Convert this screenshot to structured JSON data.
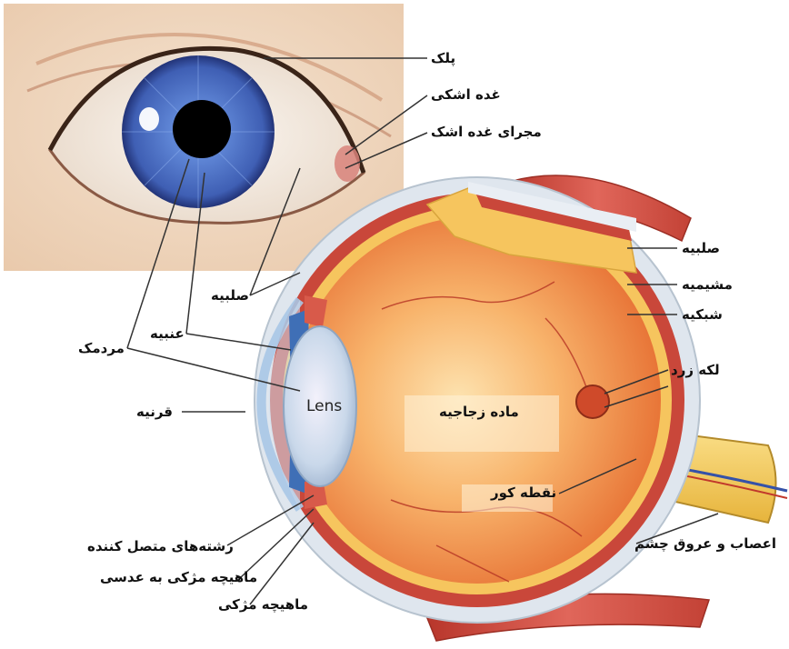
{
  "diagram": {
    "labels": {
      "eyelid": "پلک",
      "lacrimal_gland": "غده اشکی",
      "tear_duct": "مجرای غده اشک",
      "sclera_front": "صلبیه",
      "iris": "عنبیه",
      "pupil": "مردمک",
      "cornea": "قرنیه",
      "zonular_fibers": "رشته‌های متصل کننده",
      "ciliary_to_lens": "ماهیچه مژکی به عدسی",
      "ciliary_muscle": "ماهیچه مژکی",
      "lens": "Lens",
      "vitreous": "ماده زجاجیه",
      "sclera": "صلبیه",
      "choroid": "مشیمیه",
      "retina": "شبکیه",
      "macula": "لکه زرد",
      "blind_spot": "نقطه کور",
      "optic_nerve": "اعصاب و عروق چشم"
    },
    "colors": {
      "iris": "#4f73c4",
      "skin": "#f1d9c1",
      "vitreous": "#f29a55",
      "sclera": "#dfe6ee",
      "choroid": "#c9473a",
      "retina": "#f6c55e",
      "muscle": "#c8473a",
      "nerve": "#f0c64d"
    }
  }
}
